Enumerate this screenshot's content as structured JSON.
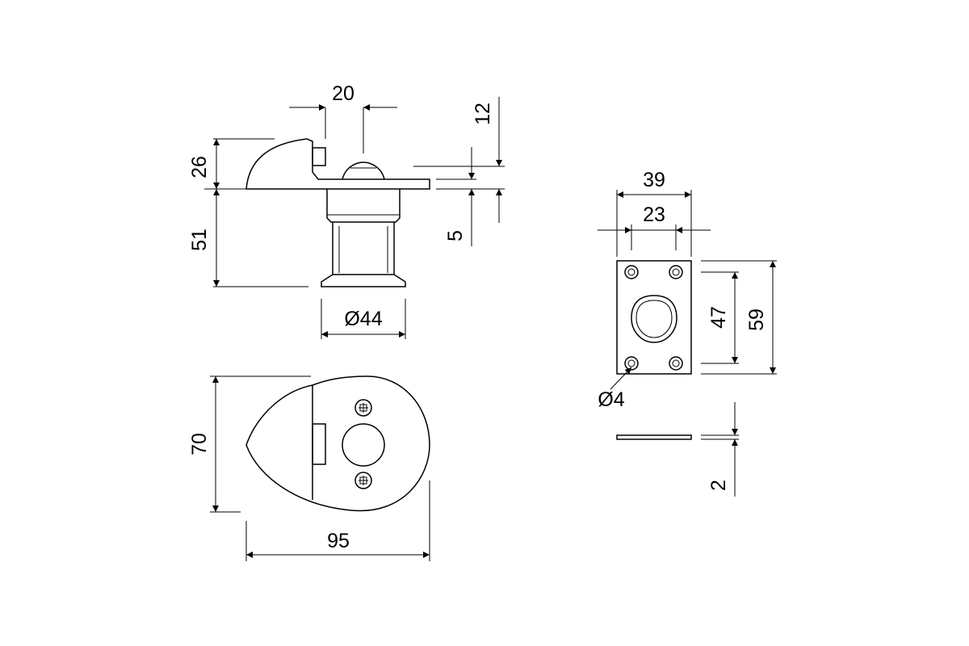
{
  "dimensions": {
    "side_width_20": "20",
    "side_height_26": "26",
    "side_height_51": "51",
    "side_diameter_44": "Ø44",
    "side_gap_12": "12",
    "side_gap_5": "5",
    "plate_width_39": "39",
    "plate_width_23": "23",
    "plate_height_47": "47",
    "plate_height_59": "59",
    "plate_hole_diameter_4": "Ø4",
    "plate_thickness_2": "2",
    "top_height_70": "70",
    "top_width_95": "95"
  },
  "colors": {
    "line": "#000000",
    "background": "#ffffff"
  }
}
